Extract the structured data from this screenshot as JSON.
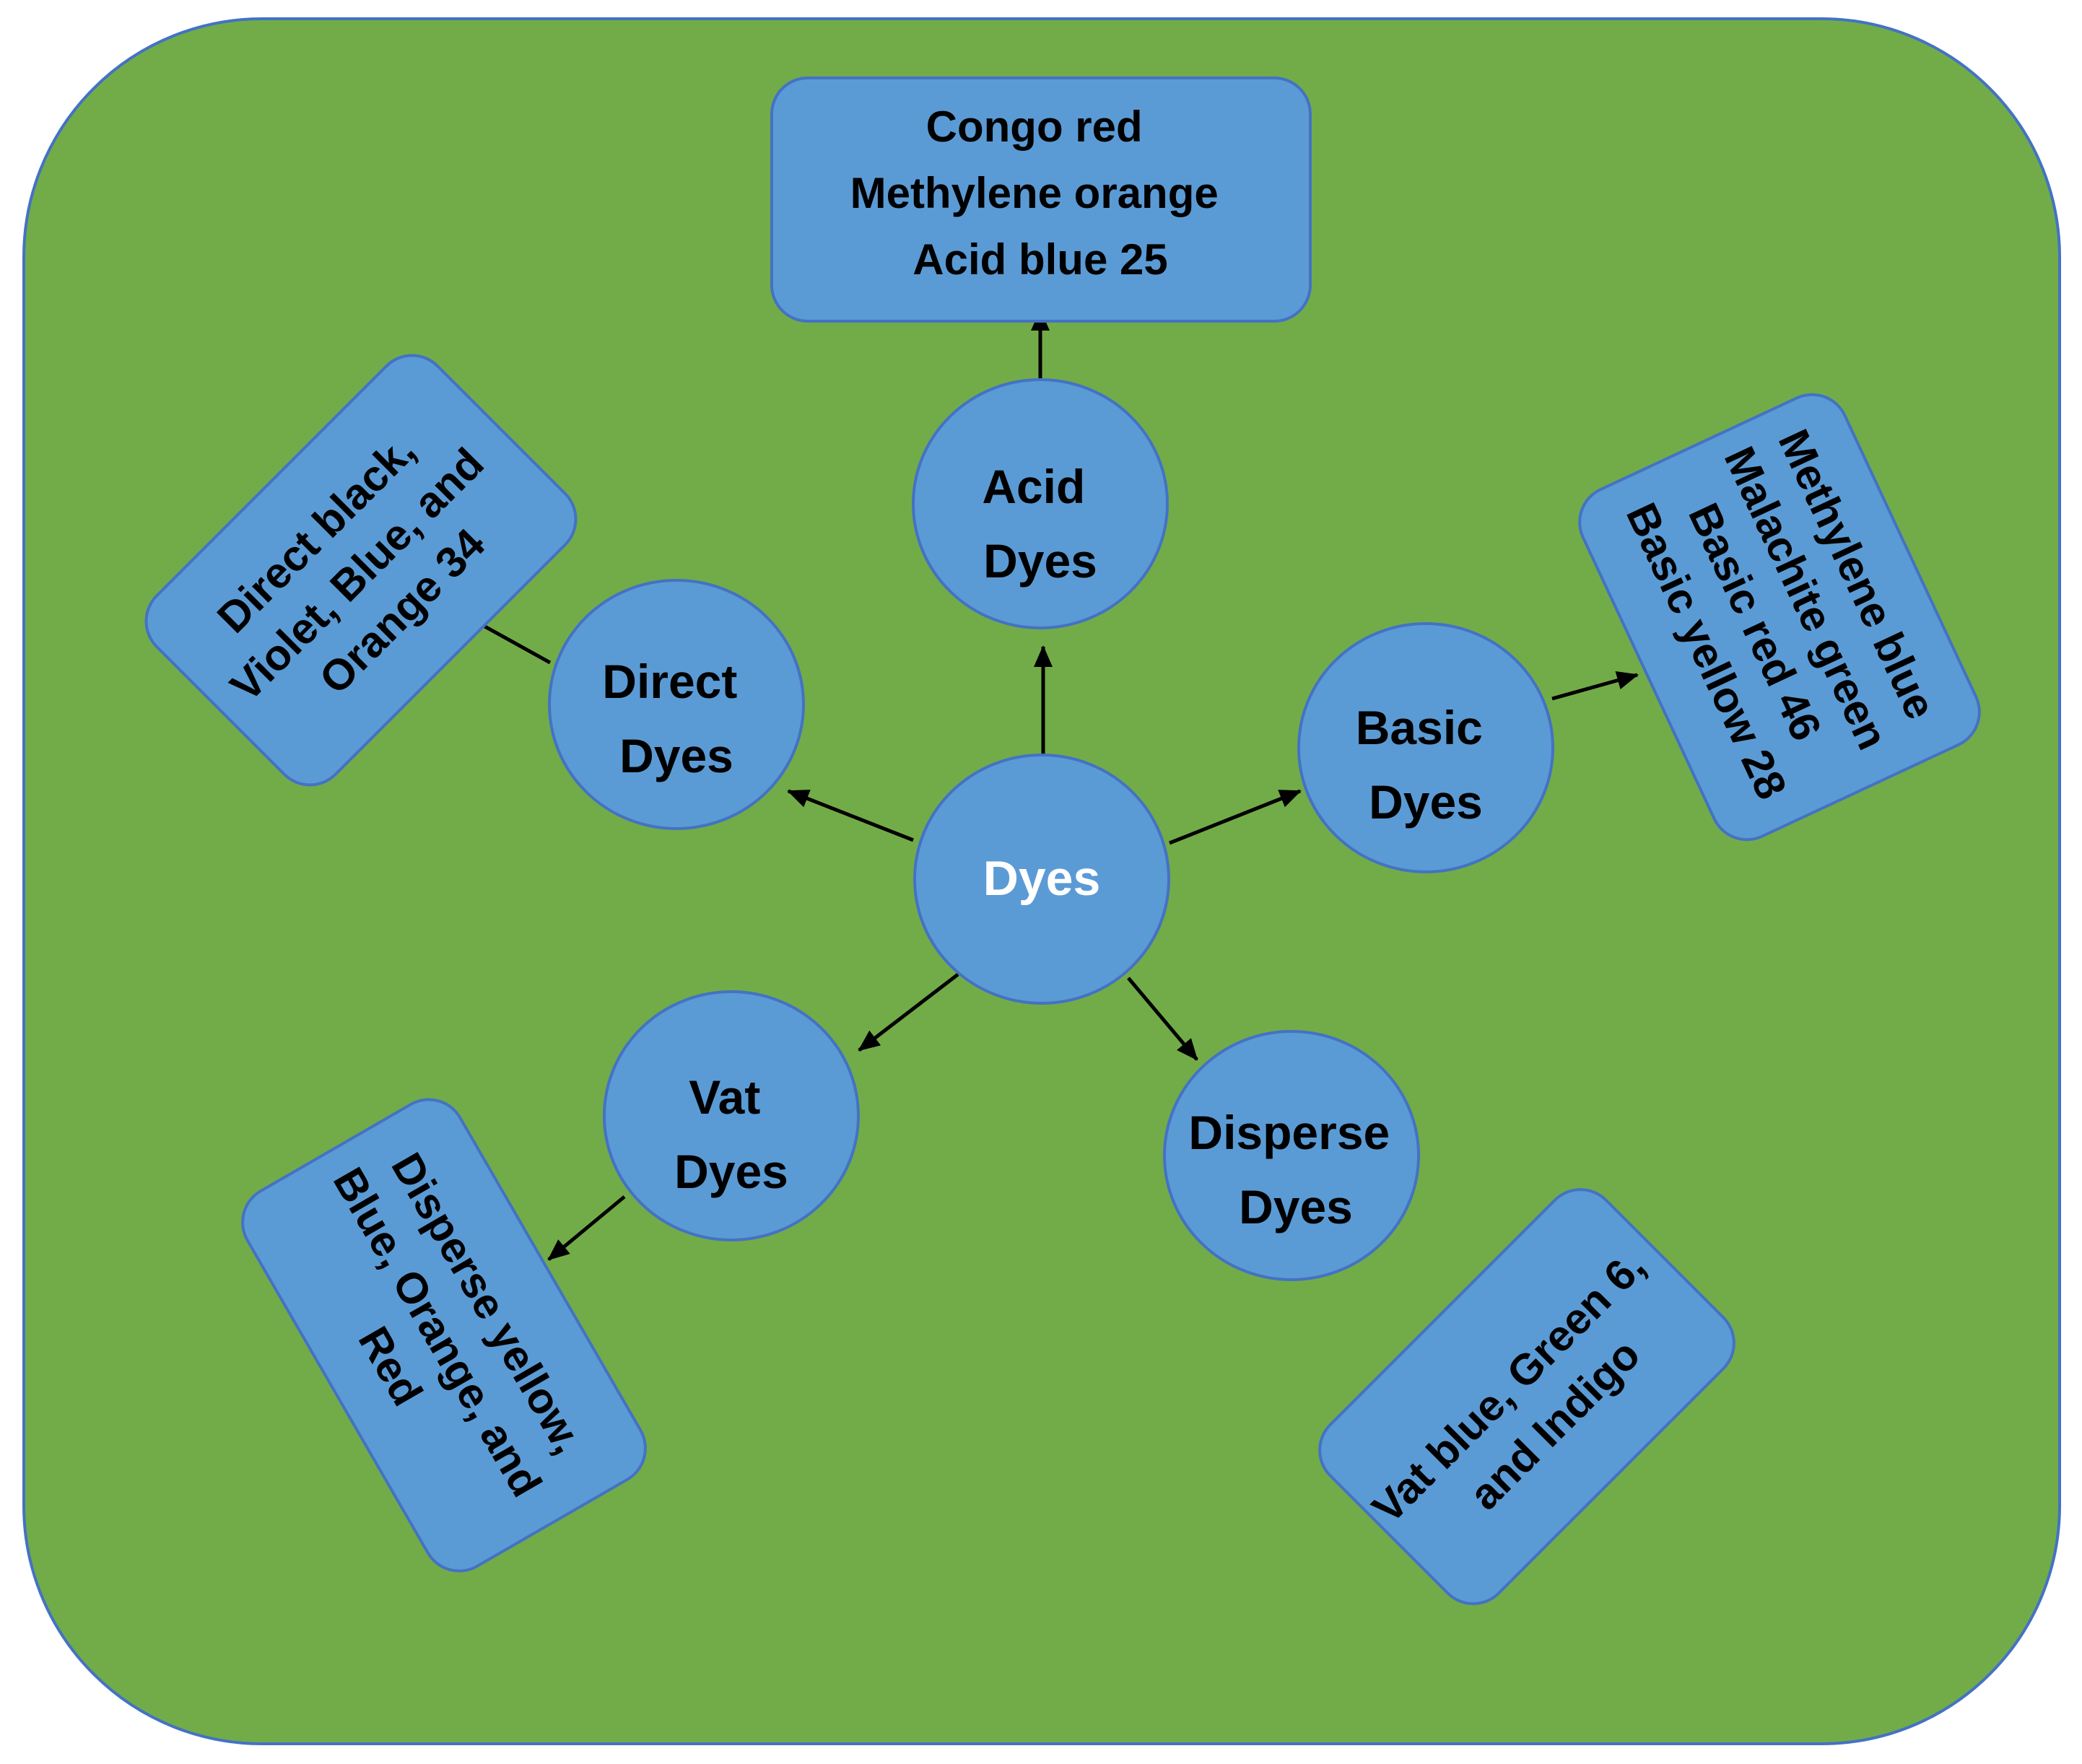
{
  "colors": {
    "background": "#72AC48",
    "border": "#4472C4",
    "node_fill": "#5B9BD5",
    "node_text": "#000000",
    "center_text": "#FFFFFF",
    "arrow": "#000000"
  },
  "center": {
    "label": "Dyes"
  },
  "dye_classes": [
    {
      "key": "acid",
      "lines": [
        "Acid",
        "Dyes"
      ]
    },
    {
      "key": "direct",
      "lines": [
        "Direct",
        "Dyes"
      ]
    },
    {
      "key": "basic",
      "lines": [
        "Basic",
        "Dyes"
      ]
    },
    {
      "key": "vat",
      "lines": [
        "Vat",
        "Dyes"
      ]
    },
    {
      "key": "disperse",
      "lines": [
        "Disperse",
        "Dyes"
      ]
    }
  ],
  "examples": [
    {
      "key": "acid-examples",
      "lines": [
        "Congo red",
        "Methylene orange",
        "Acid blue 25"
      ]
    },
    {
      "key": "direct-examples",
      "lines": [
        "Direct black,",
        "Violet, Blue, and",
        "Orange 34"
      ]
    },
    {
      "key": "basic-examples",
      "lines": [
        "Methylene blue",
        "Malachite green",
        "Basic red 46",
        "Basic yellow 28"
      ]
    },
    {
      "key": "vat-box-examples",
      "lines": [
        "Disperse yellow,",
        "Blue, Orange, and",
        "Red"
      ]
    },
    {
      "key": "disperse-box-examples",
      "lines": [
        "Vat blue, Green 6,",
        "and Indigo"
      ]
    }
  ]
}
